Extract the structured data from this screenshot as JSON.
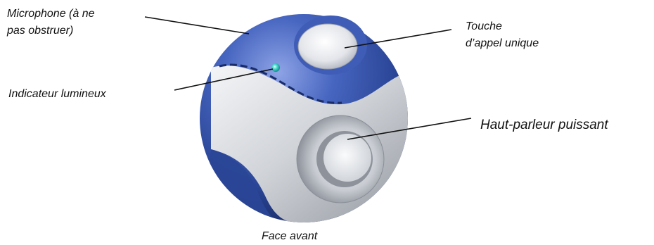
{
  "labels": {
    "microphone_line1": "Microphone (à ne",
    "microphone_line2": "pas obstruer)",
    "touche_line1": "Touche",
    "touche_line2": "d’appel unique",
    "indicateur": "Indicateur lumineux",
    "haut_parleur": "Haut-parleur puissant",
    "caption": "Face avant"
  },
  "colors": {
    "shell_blue": "#2d4a9a",
    "silver": "#c8ccd2",
    "led": "#3fd6c8",
    "leader_line": "#111111"
  },
  "icons": {
    "device": "speakerphone-illustration"
  }
}
